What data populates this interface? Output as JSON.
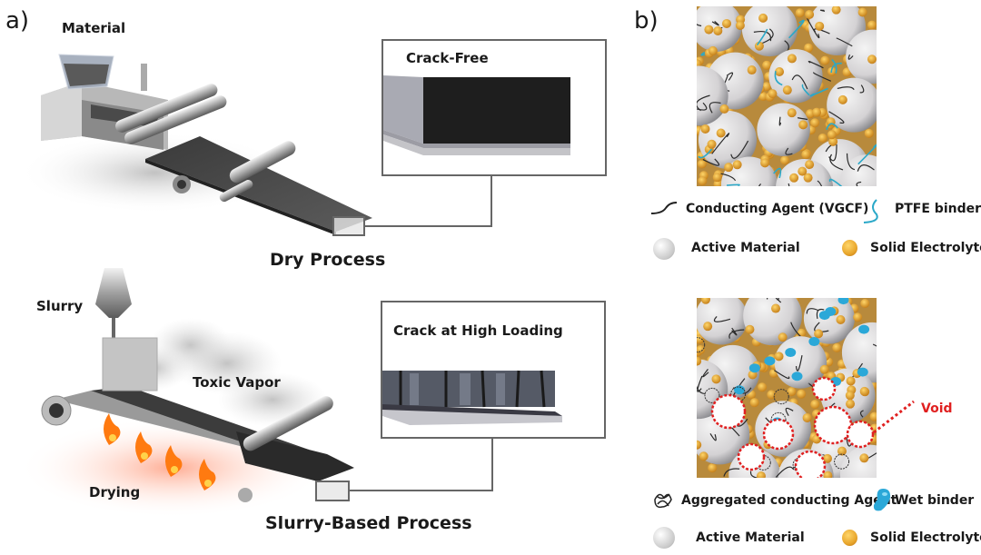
{
  "panel_a": {
    "label": "a)",
    "dry": {
      "title": "Dry Process",
      "material_label": "Material",
      "inset_title": "Crack-Free"
    },
    "slurry": {
      "title": "Slurry-Based Process",
      "slurry_label": "Slurry",
      "vapor_label": "Toxic Vapor",
      "drying_label": "Drying",
      "inset_title": "Crack at High Loading"
    }
  },
  "panel_b": {
    "label": "b)",
    "dry_legend": [
      {
        "icon": "conducting-agent-vgcf-icon",
        "label": "Conducting Agent (VGCF)"
      },
      {
        "icon": "ptfe-binder-icon",
        "label": "PTFE binder"
      },
      {
        "icon": "active-material-icon",
        "label": "Active Material"
      },
      {
        "icon": "solid-electrolyte-icon",
        "label": "Solid Electrolyte"
      }
    ],
    "wet_legend": [
      {
        "icon": "aggregated-conducting-agent-icon",
        "label": "Aggregated conducting Agent"
      },
      {
        "icon": "wet-binder-icon",
        "label": "Wet binder"
      },
      {
        "icon": "active-material-icon",
        "label": "Active Material"
      },
      {
        "icon": "solid-electrolyte-icon",
        "label": "Solid Electrolyte"
      }
    ],
    "void_label": "Void"
  },
  "colors": {
    "active_material": "#d4d2d4",
    "solid_electrolyte": "#e8a62c",
    "ptfe_binder": "#2aa8c8",
    "wet_binder": "#2ba8d8",
    "conducting_agent": "#2a2a2a",
    "void_outline": "#e02020",
    "flame": "#ff7a10",
    "frame": "#666666"
  }
}
